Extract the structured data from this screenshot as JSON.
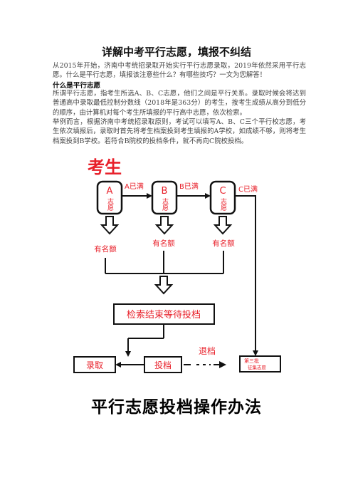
{
  "article": {
    "title": "详解中考平行志愿，填报不纠结",
    "intro": "从2015年开始，济南中考统招录取开始实行平行志愿录取，2019年依然采用平行志愿。什么是平行志愿，填报该注意些什么？有哪些技巧？一文为您解答！",
    "section_heading": "什么是平行志愿",
    "definition": "所谓平行志愿，指考生所选A、B、C志愿，他们之间是平行关系。录取时候会将达到普通高中录取最低控制分数线（2018年是363分）的考生，按考生成绩从高分到低分的顺序，由计算机对每个考生所填报的平行高中志愿，依次检索。",
    "example": "举例而言，根据济南中考统招录取原则，考试可以填写A、B、C三个平行校志愿，考生依次填报后，录取时首先将考生档案投到考生填报的A学校，如成绩不够，则将考生档案投到B学校。若符合B院校的投档条件，就不再向C院校投档。"
  },
  "diagram": {
    "header": "考生",
    "wishes": [
      {
        "letter": "A",
        "label": "志愿"
      },
      {
        "letter": "B",
        "label": "志愿"
      },
      {
        "letter": "C",
        "label": "志愿"
      }
    ],
    "full_labels": [
      "A已满",
      "B已满",
      "C已满"
    ],
    "quota_labels": [
      "有名额",
      "有名额",
      "有名额"
    ],
    "search_end": "检索结束等待投档",
    "admit": "录取",
    "submit": "投档",
    "return": "退档",
    "third_batch_line1": "第三批",
    "third_batch_line2": "征集志愿",
    "caption": "平行志愿投档操作办法"
  },
  "colors": {
    "red": "#e8202a",
    "black": "#111111"
  }
}
